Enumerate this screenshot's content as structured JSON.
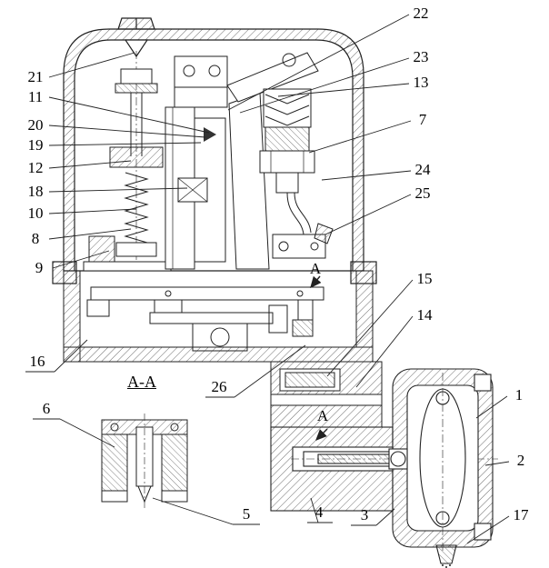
{
  "figure": {
    "kind": "technical-sectional-drawing",
    "background": "#ffffff",
    "ink": "#222222",
    "hatch_color": "#4a4a4a"
  },
  "section_view": {
    "title": "A-A",
    "marker": "A"
  },
  "callouts": {
    "1": "1",
    "2": "2",
    "3": "3",
    "4": "4",
    "5": "5",
    "6": "6",
    "7": "7",
    "8": "8",
    "9": "9",
    "10": "10",
    "11": "11",
    "12": "12",
    "13": "13",
    "14": "14",
    "15": "15",
    "16": "16",
    "17": "17",
    "18": "18",
    "19": "19",
    "20": "20",
    "21": "21",
    "22": "22",
    "23": "23",
    "24": "24",
    "25": "25",
    "26": "26"
  }
}
